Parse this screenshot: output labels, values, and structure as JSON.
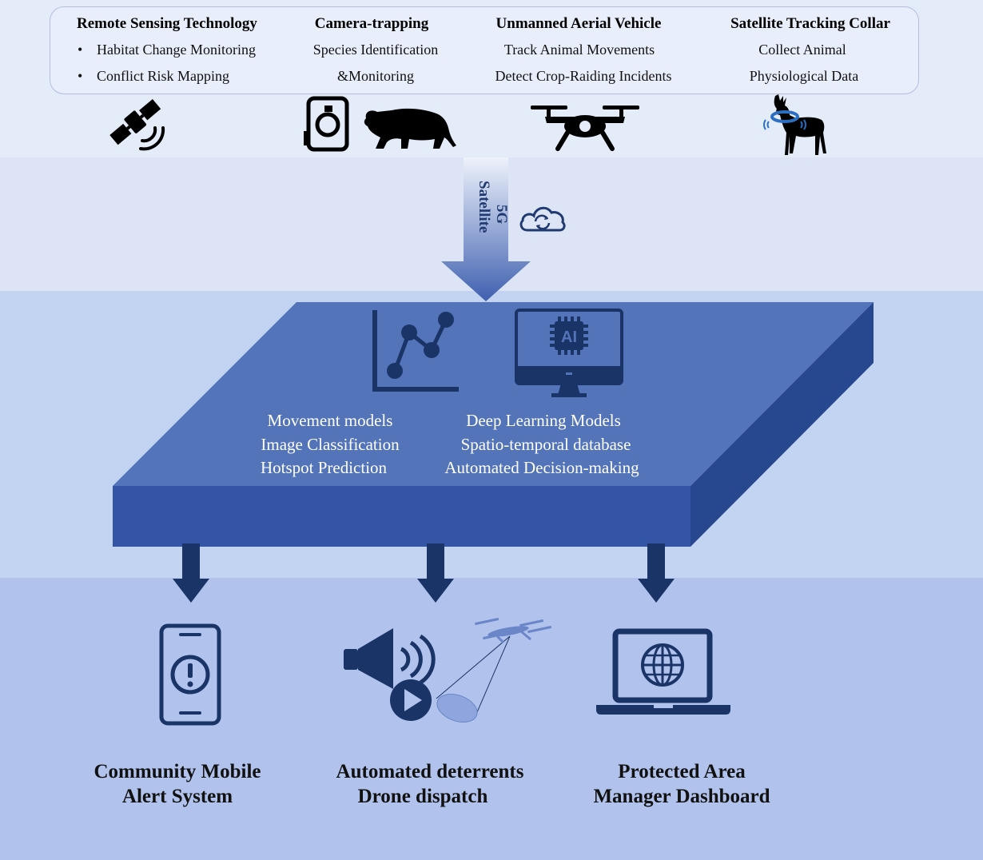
{
  "colors": {
    "band_top": "#e4ebf9",
    "band_mid": "#dde4f6",
    "band_platform": "#c3d4f3",
    "band_bottom": "#b1c3ec",
    "platform_top": "#5374b8",
    "platform_front": "#3454a6",
    "platform_side": "#27478f",
    "dark_navy": "#1a3468",
    "arrow_gradient_top": "#eef2fb",
    "arrow_gradient_bottom": "#3f60b0"
  },
  "data_sources": [
    {
      "title": "Remote Sensing Technology",
      "lines": [
        "Habitat Change Monitoring",
        "Conflict Risk Mapping"
      ],
      "bulleted": true,
      "icon": "satellite-icon"
    },
    {
      "title": "Camera-trapping",
      "lines": [
        "Species Identification",
        "&Monitoring"
      ],
      "bulleted": false,
      "icon": "camera-trap-and-tiger-icon"
    },
    {
      "title": "Unmanned Aerial Vehicle",
      "lines": [
        "Track Animal Movements",
        "Detect Crop-Raiding Incidents"
      ],
      "bulleted": false,
      "icon": "drone-icon"
    },
    {
      "title": "Satellite Tracking Collar",
      "lines": [
        "Collect Animal",
        "Physiological Data"
      ],
      "bulleted": false,
      "icon": "collared-deer-icon"
    }
  ],
  "transmission": {
    "line1": "5G",
    "line2": "Satellite",
    "icon": "cloud-sync-icon"
  },
  "platform": {
    "left_icon": "line-chart-icon",
    "right_icon": "ai-monitor-icon",
    "ai_label": "AI",
    "left_lines": [
      "Movement models",
      "Image Classification",
      "Hotspot Prediction"
    ],
    "right_lines": [
      "Deep Learning Models",
      "Spatio-temporal database",
      "Automated Decision-making"
    ]
  },
  "outputs": [
    {
      "line1": "Community Mobile",
      "line2": "Alert System",
      "icon": "mobile-alert-icon"
    },
    {
      "line1": "Automated deterrents",
      "line2": "Drone dispatch",
      "icon": "speaker-drone-icon"
    },
    {
      "line1": "Protected Area",
      "line2": "Manager Dashboard",
      "icon": "laptop-globe-icon"
    }
  ]
}
